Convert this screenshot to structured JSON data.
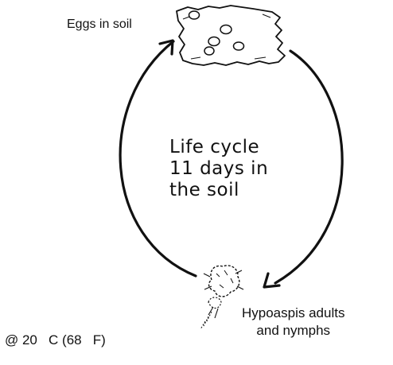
{
  "diagram": {
    "eggs_label": "Eggs in soil",
    "center_text": {
      "line1": "Life cycle",
      "line2": "11 days in",
      "line3": "the soil"
    },
    "hypoaspis_label": {
      "line1": "Hypoaspis adults",
      "line2": "and nymphs"
    },
    "temperature_note": "@ 20   C (68   F)"
  }
}
